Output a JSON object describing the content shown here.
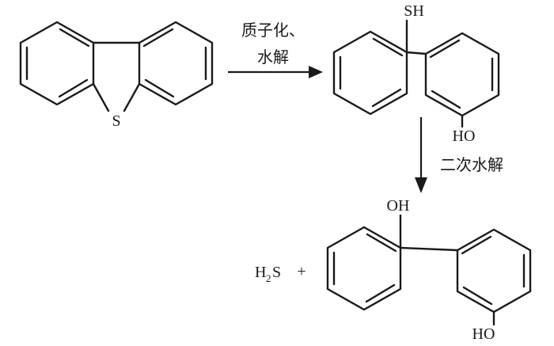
{
  "diagram": {
    "type": "chemical-reaction-scheme",
    "reactant": {
      "name": "dibenzothiophene",
      "heteroatom_label": "S"
    },
    "step1": {
      "condition_line1": "质子化、",
      "condition_line2": "水解"
    },
    "intermediate": {
      "name": "2'-hydroxybiphenyl-2-thiol",
      "group_top": "SH",
      "group_bottom": "HO"
    },
    "step2": {
      "condition": "二次水解"
    },
    "products": {
      "byproduct_main": "H",
      "byproduct_subscript": "2",
      "byproduct_tail": "S",
      "plus_sign": "+",
      "main_product": {
        "name": "2,2'-biphenol",
        "group_top": "OH",
        "group_bottom": "HO"
      }
    },
    "colors": {
      "ink": "#1a1a1a",
      "background": "#ffffff"
    }
  }
}
